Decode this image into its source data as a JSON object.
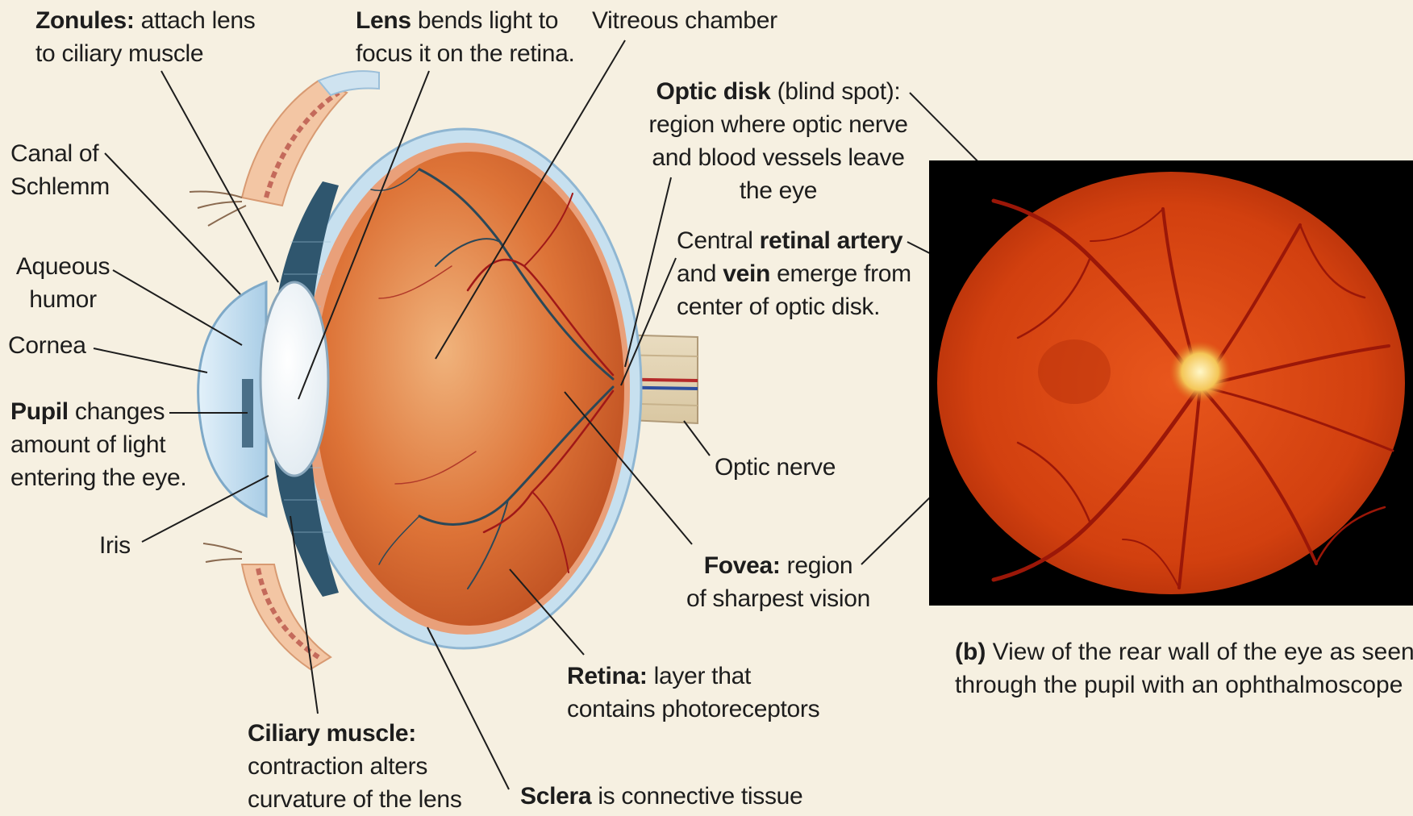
{
  "labels": {
    "zonules": {
      "bold": "Zonules:",
      "line1": " attach lens",
      "line2": "to ciliary muscle"
    },
    "lens": {
      "bold": "Lens",
      "line1": " bends light to",
      "line2": "focus it on the retina."
    },
    "vitreous": {
      "text": "Vitreous chamber"
    },
    "optic_disk": {
      "bold": "Optic disk",
      "line1": " (blind spot):",
      "line2": "region where optic nerve",
      "line3": "and blood vessels leave",
      "line4": "the eye"
    },
    "canal": {
      "line1": "Canal of",
      "line2": "Schlemm"
    },
    "aqueous": {
      "line1": "Aqueous",
      "line2": "humor"
    },
    "cornea": {
      "text": "Cornea"
    },
    "pupil": {
      "bold": "Pupil",
      "line1": " changes",
      "line2": "amount of light",
      "line3": "entering the eye."
    },
    "iris": {
      "text": "Iris"
    },
    "retinal_artery": {
      "pre": "Central ",
      "bold1": "retinal artery",
      "line2_pre": "and ",
      "bold2": "vein",
      "line2_post": " emerge from",
      "line3": "center of optic disk."
    },
    "optic_nerve": {
      "text": "Optic nerve"
    },
    "fovea": {
      "bold": "Fovea:",
      "line1": " region",
      "line2": "of sharpest vision"
    },
    "retina": {
      "bold": "Retina:",
      "line1": " layer that",
      "line2": "contains photoreceptors"
    },
    "ciliary": {
      "bold": "Ciliary muscle:",
      "line2": "contraction alters",
      "line3": "curvature of the lens"
    },
    "sclera": {
      "bold": "Sclera",
      "line1": " is connective tissue"
    }
  },
  "caption": {
    "bold": "(b)",
    "line1": " View of the rear wall of the eye as seen",
    "line2": "through the pupil with an ophthalmoscope"
  },
  "colors": {
    "background": "#f6f0e1",
    "retina_orange": "#d8642a",
    "fundus_red": "#d23a10",
    "sclera_blue": "#bcd8ea",
    "vessel_red": "#a01818",
    "vessel_dark": "#2b4858"
  }
}
